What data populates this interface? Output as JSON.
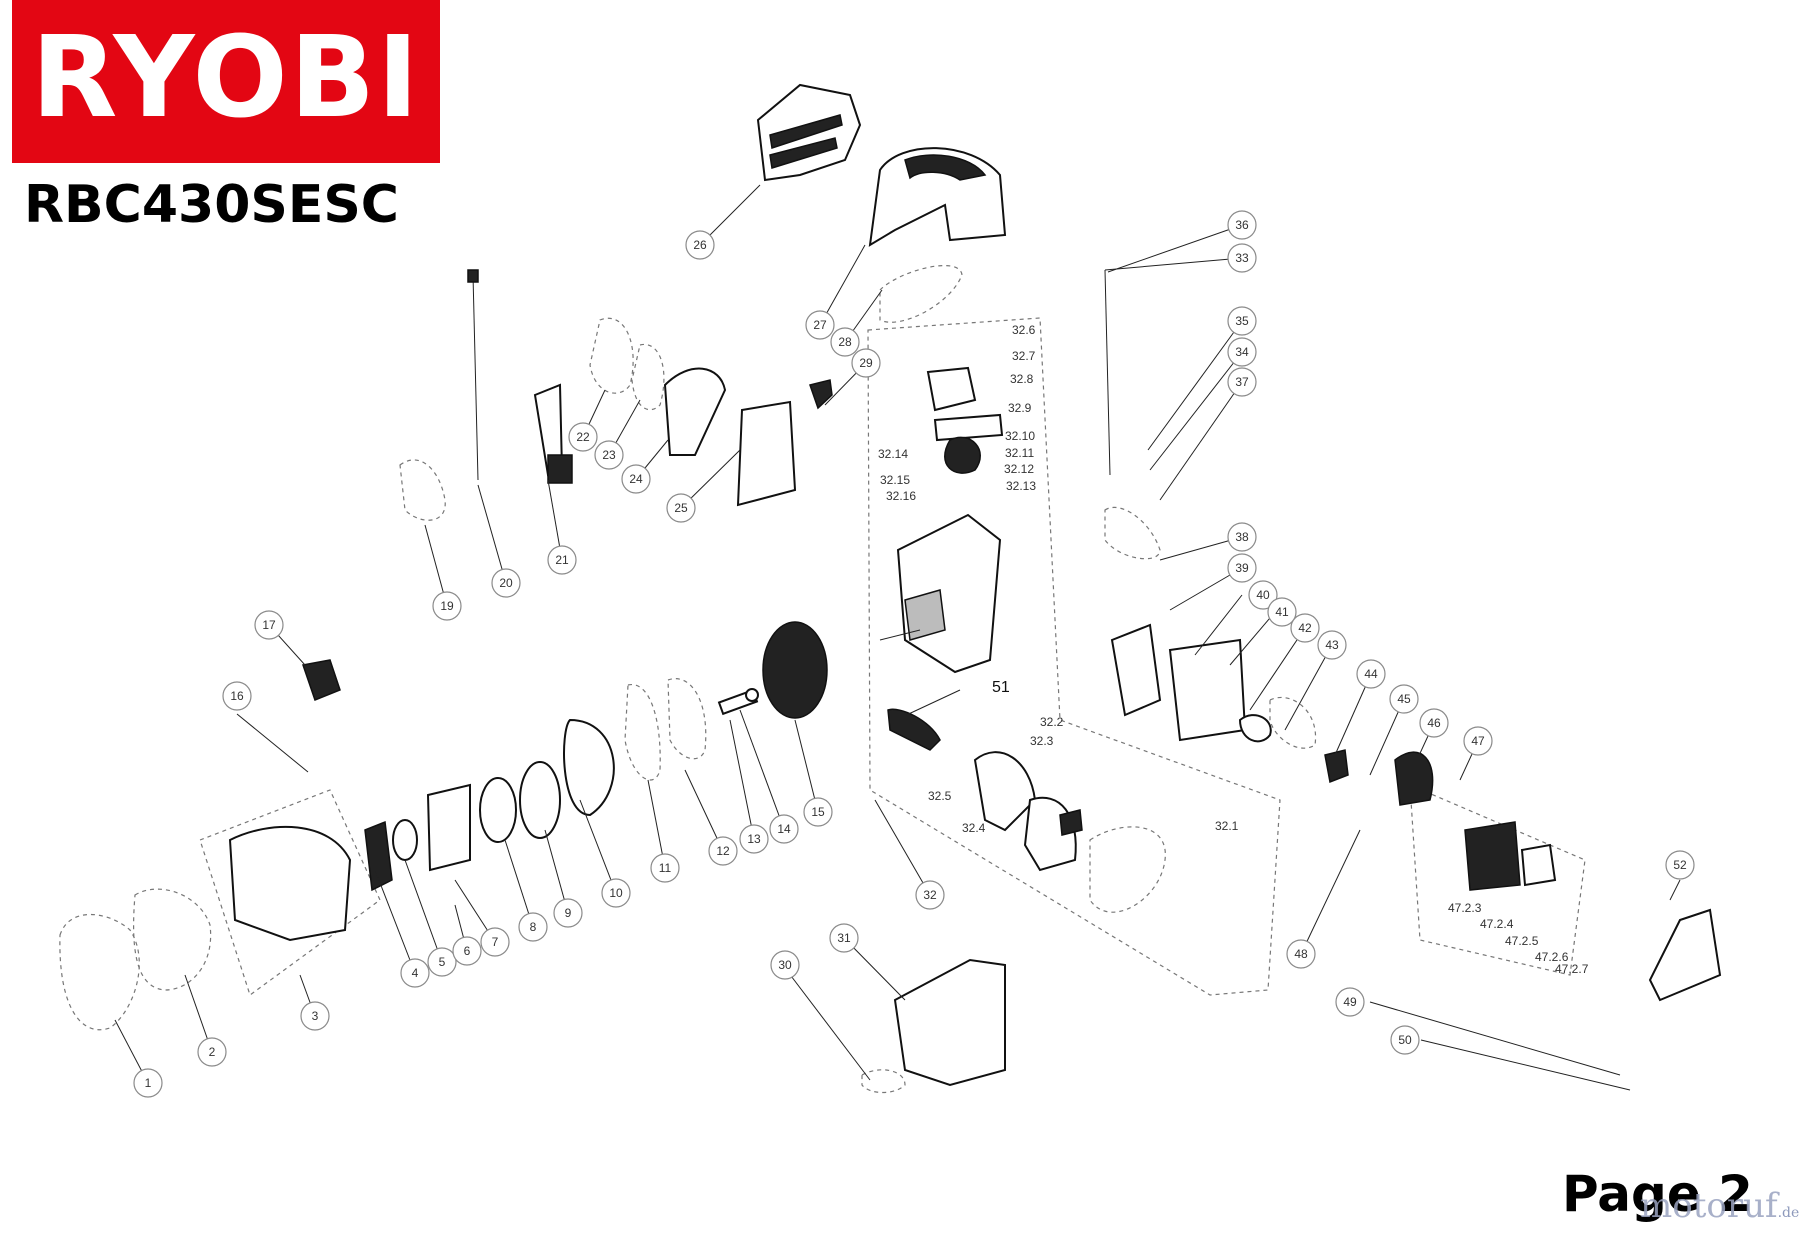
{
  "brand": {
    "name": "RYOBI",
    "color": "#e30613"
  },
  "model": "RBC430SESC",
  "page_label": "Page 2",
  "watermark": {
    "name": "motoruf",
    "tld": ".de"
  },
  "callouts": [
    "1",
    "2",
    "3",
    "4",
    "5",
    "6",
    "7",
    "8",
    "9",
    "10",
    "11",
    "12",
    "13",
    "14",
    "15",
    "16",
    "17",
    "19",
    "20",
    "21",
    "22",
    "23",
    "24",
    "25",
    "26",
    "27",
    "28",
    "29",
    "30",
    "31",
    "32",
    "33",
    "34",
    "35",
    "36",
    "37",
    "38",
    "39",
    "40",
    "41",
    "42",
    "43",
    "44",
    "45",
    "46",
    "47",
    "48",
    "49",
    "50",
    "52"
  ],
  "sub_labels": [
    "32.1",
    "32.2",
    "32.3",
    "32.4",
    "32.5",
    "32.6",
    "32.7",
    "32.8",
    "32.9",
    "32.10",
    "32.11",
    "32.12",
    "32.13",
    "32.14",
    "32.15",
    "32.16",
    "47.2.3",
    "47.2.4",
    "47.2.5",
    "47.2.6",
    "47.2.7"
  ],
  "plain_labels": [
    "51"
  ]
}
